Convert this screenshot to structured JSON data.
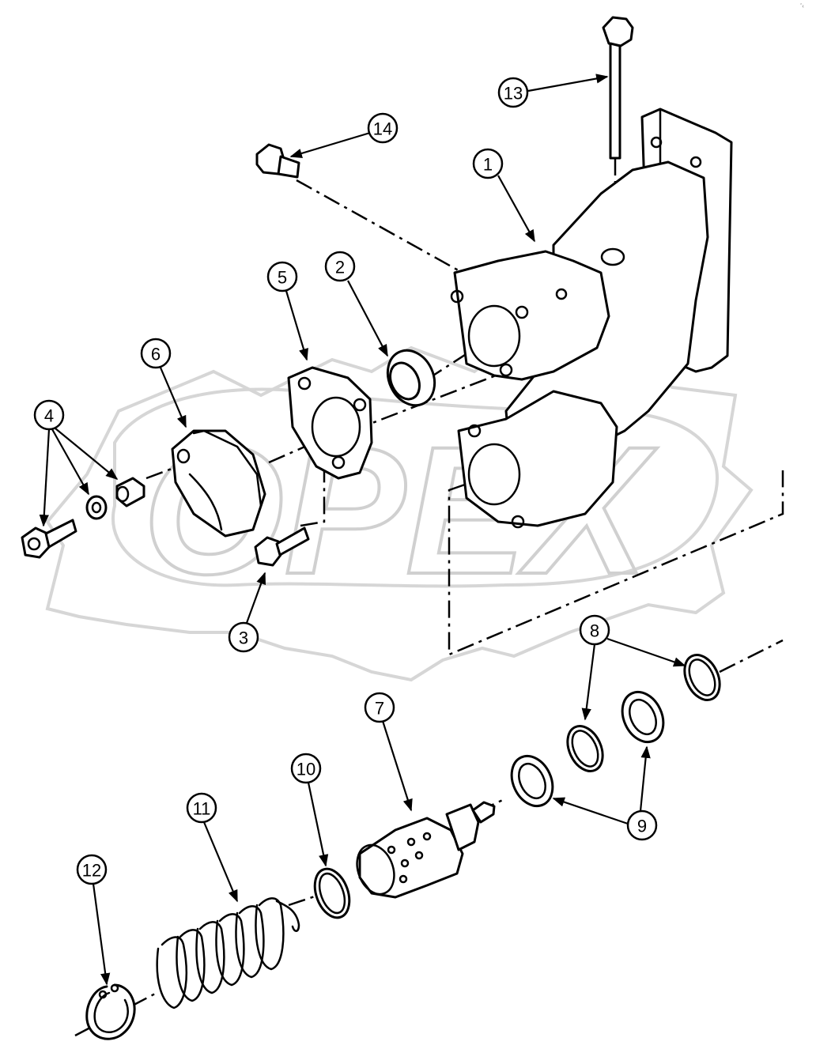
{
  "watermark": {
    "text": "OPEX"
  },
  "corner_mark": "ˆ‹",
  "callouts": [
    {
      "id": "c1",
      "label": "1"
    },
    {
      "id": "c2",
      "label": "2"
    },
    {
      "id": "c3",
      "label": "3"
    },
    {
      "id": "c4",
      "label": "4"
    },
    {
      "id": "c5",
      "label": "5"
    },
    {
      "id": "c6",
      "label": "6"
    },
    {
      "id": "c7",
      "label": "7"
    },
    {
      "id": "c8",
      "label": "8"
    },
    {
      "id": "c9",
      "label": "9"
    },
    {
      "id": "c10",
      "label": "10"
    },
    {
      "id": "c11",
      "label": "11"
    },
    {
      "id": "c12",
      "label": "12"
    },
    {
      "id": "c13",
      "label": "13"
    },
    {
      "id": "c14",
      "label": "14"
    }
  ]
}
